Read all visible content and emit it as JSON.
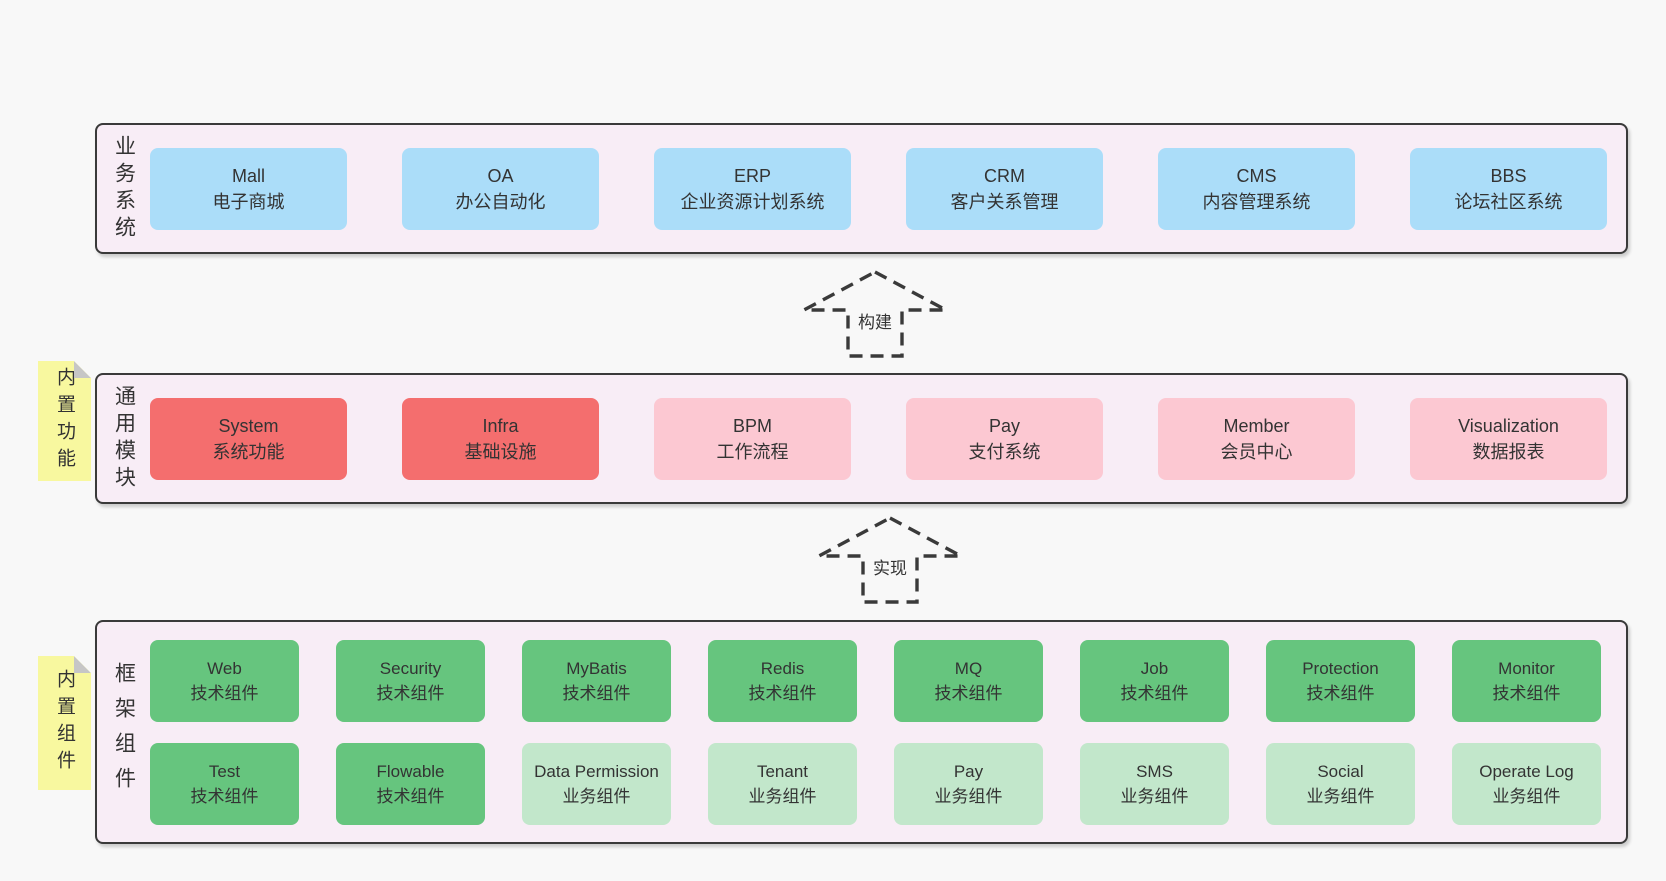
{
  "sections": [
    {
      "label": "业务系统",
      "boxes": [
        {
          "name": "Mall",
          "desc": "电子商城"
        },
        {
          "name": "OA",
          "desc": "办公自动化"
        },
        {
          "name": "ERP",
          "desc": "企业资源计划系统"
        },
        {
          "name": "CRM",
          "desc": "客户关系管理"
        },
        {
          "name": "CMS",
          "desc": "内容管理系统"
        },
        {
          "name": "BBS",
          "desc": "论坛社区系统"
        }
      ]
    },
    {
      "label": "通用模块",
      "sticky": "内置功能",
      "boxes": [
        {
          "name": "System",
          "desc": "系统功能"
        },
        {
          "name": "Infra",
          "desc": "基础设施"
        },
        {
          "name": "BPM",
          "desc": "工作流程"
        },
        {
          "name": "Pay",
          "desc": "支付系统"
        },
        {
          "name": "Member",
          "desc": "会员中心"
        },
        {
          "name": "Visualization",
          "desc": "数据报表"
        }
      ]
    },
    {
      "label": "框架组件",
      "sticky": "内置组件",
      "boxes": [
        {
          "name": "Web",
          "desc": "技术组件"
        },
        {
          "name": "Security",
          "desc": "技术组件"
        },
        {
          "name": "MyBatis",
          "desc": "技术组件"
        },
        {
          "name": "Redis",
          "desc": "技术组件"
        },
        {
          "name": "MQ",
          "desc": "技术组件"
        },
        {
          "name": "Job",
          "desc": "技术组件"
        },
        {
          "name": "Protection",
          "desc": "技术组件"
        },
        {
          "name": "Monitor",
          "desc": "技术组件"
        },
        {
          "name": "Test",
          "desc": "技术组件"
        },
        {
          "name": "Flowable",
          "desc": "技术组件"
        },
        {
          "name": "Data Permission",
          "desc": "业务组件"
        },
        {
          "name": "Tenant",
          "desc": "业务组件"
        },
        {
          "name": "Pay",
          "desc": "业务组件"
        },
        {
          "name": "SMS",
          "desc": "业务组件"
        },
        {
          "name": "Social",
          "desc": "业务组件"
        },
        {
          "name": "Operate Log",
          "desc": "业务组件"
        }
      ]
    }
  ],
  "arrows": [
    {
      "label": "构建"
    },
    {
      "label": "实现"
    }
  ],
  "colors": {
    "page_bg": "#f8f8f8",
    "container_bg": "#f8edf6",
    "business_system_box": "#abddf9",
    "core_module_box": "#f46e6e",
    "extension_module_box": "#fcc8d2",
    "tech_component_box": "#66c57e",
    "biz_component_box": "#c2e7cb",
    "sticky_note": "#f8f89f"
  }
}
